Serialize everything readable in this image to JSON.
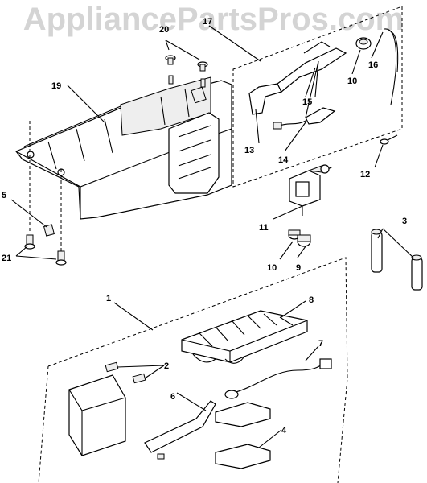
{
  "watermark": "AppliancePartsPros.com",
  "labels": {
    "l1": "1",
    "l2": "2",
    "l3": "3",
    "l4": "4",
    "l5": "5",
    "l6": "6",
    "l7": "7",
    "l8": "8",
    "l9": "9",
    "l10a": "10",
    "l10b": "10",
    "l11": "11",
    "l12": "12",
    "l13": "13",
    "l14": "14",
    "l15": "15",
    "l16": "16",
    "l19": "19",
    "l21": "21",
    "l20": "20",
    "l17": "17"
  }
}
